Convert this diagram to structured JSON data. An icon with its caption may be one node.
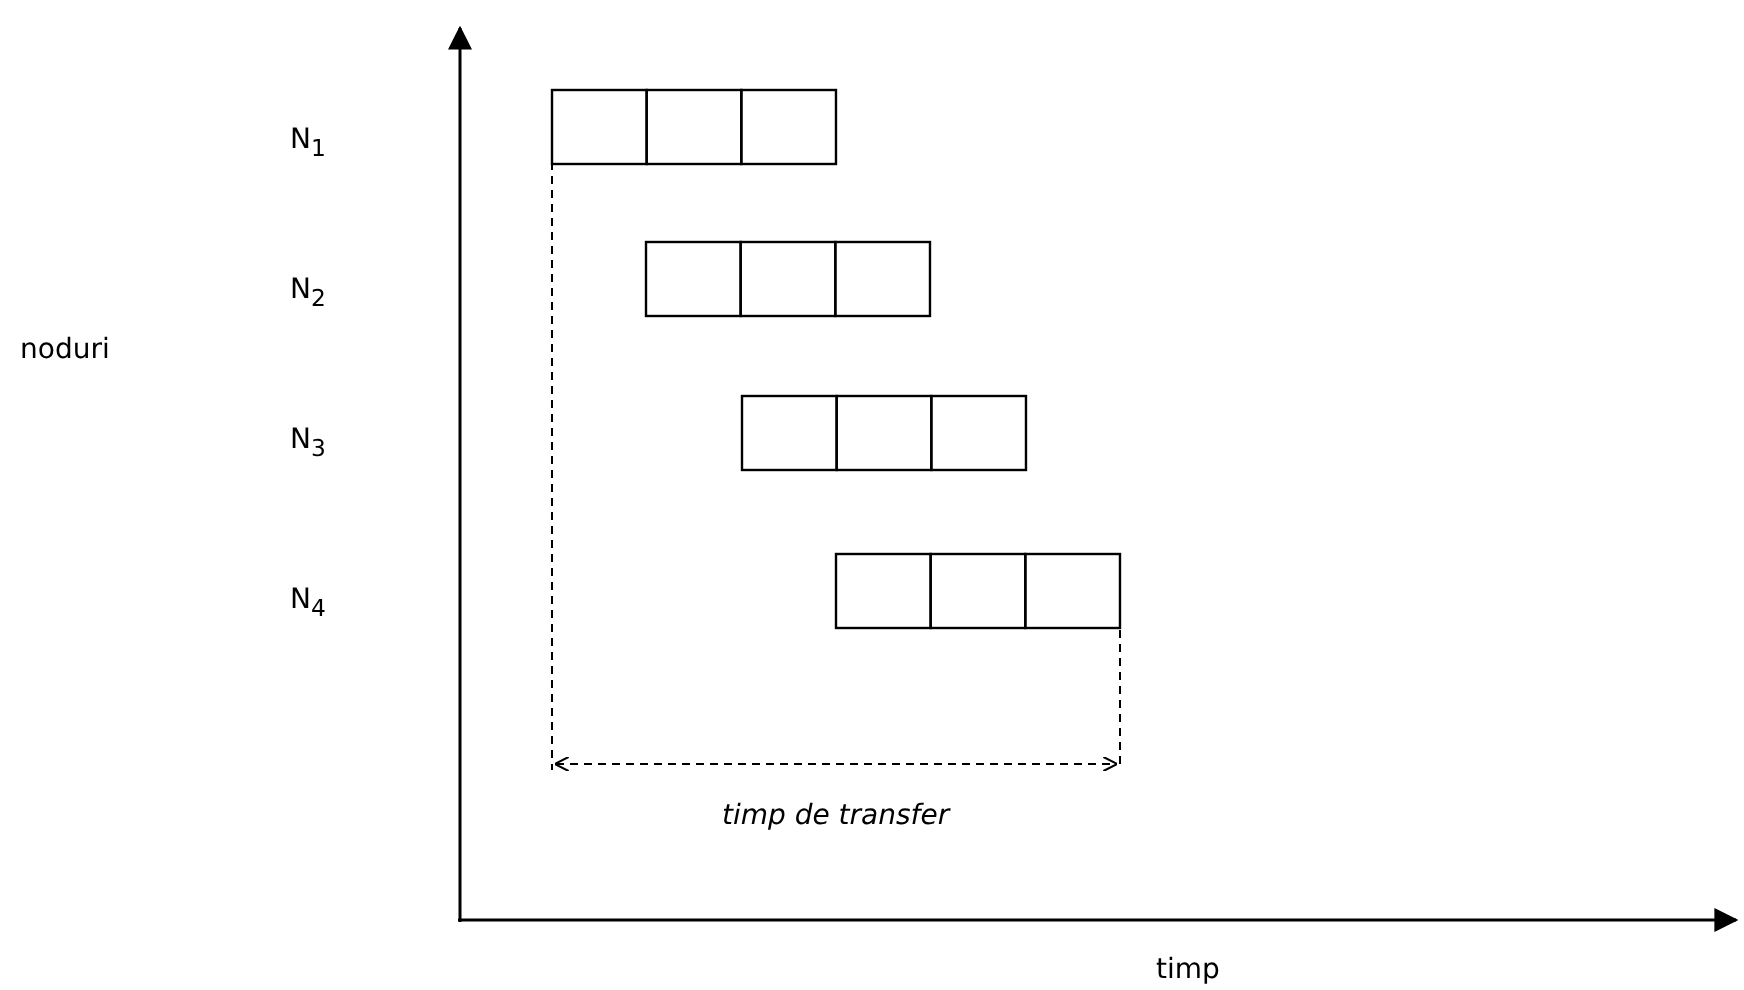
{
  "diagram": {
    "labels": [
      "N$_{1}$",
      "N$_{2}$",
      "noduri",
      "N$_{3}$",
      "N$_{4}$",
      "timp de transfer",
      "timp"
    ]
  }
}
